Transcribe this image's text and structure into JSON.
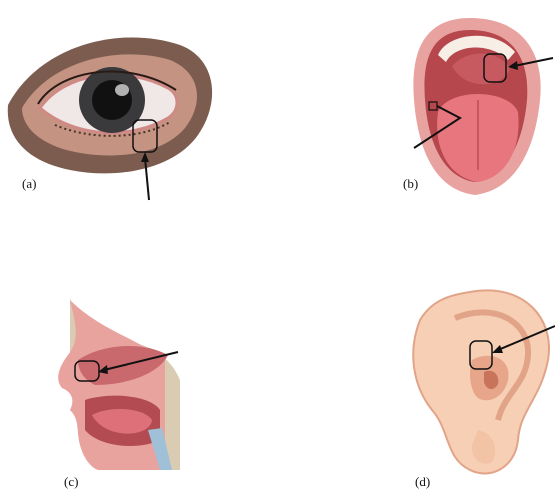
{
  "panels": [
    {
      "id": "eye",
      "label": "(a)",
      "subject": "eye-icon"
    },
    {
      "id": "mouth",
      "label": "(b)",
      "subject": "mouth-icon"
    },
    {
      "id": "nasal",
      "label": "(c)",
      "subject": "nose-section-icon"
    },
    {
      "id": "ear",
      "label": "(d)",
      "subject": "ear-icon"
    }
  ],
  "colors": {
    "skin_dark": "#8a6a5c",
    "skin": "#f3c9b0",
    "lip": "#d9868a",
    "mouth_inner": "#b5474d",
    "tongue": "#e56f78",
    "tissue_pink": "#e7a0a3",
    "bone": "#d9ccb3",
    "ear_skin": "#f6cfb4",
    "ear_shadow": "#e1a488",
    "outline": "#111111"
  }
}
